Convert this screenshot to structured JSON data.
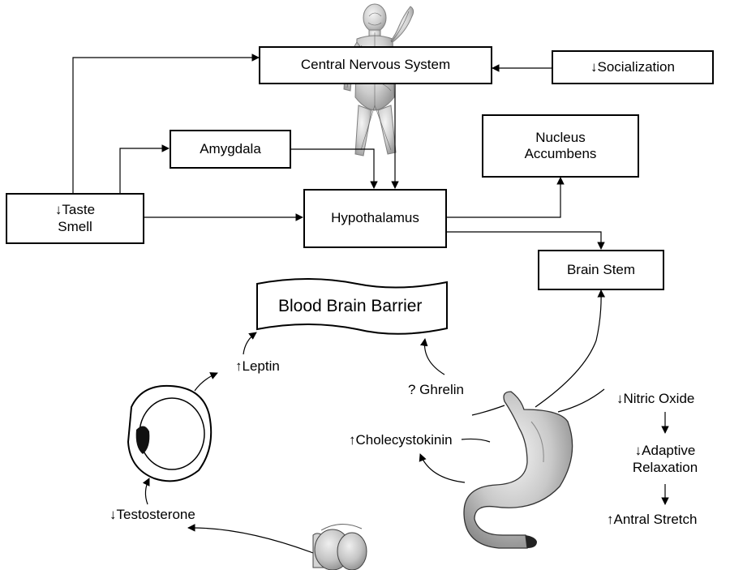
{
  "diagram": {
    "nodes": {
      "cns": "Central Nervous System",
      "socialization": "↓Socialization",
      "amygdala": "Amygdala",
      "nucleus_accumbens": [
        "Nucleus",
        "Accumbens"
      ],
      "taste_smell": [
        "↓Taste",
        "Smell"
      ],
      "hypothalamus": "Hypothalamus",
      "brain_stem": "Brain Stem",
      "blood_brain_barrier": "Blood Brain Barrier"
    },
    "labels": {
      "leptin": "↑Leptin",
      "ghrelin": "? Ghrelin",
      "cholecystokinin": "↑Cholecystokinin",
      "testosterone": "↓Testosterone",
      "nitric_oxide": "↓Nitric Oxide",
      "adaptive_relaxation": [
        "↓Adaptive",
        "Relaxation"
      ],
      "antral_stretch": "↑Antral Stretch"
    },
    "illustrations": [
      "human-nervous-system",
      "fat-cell",
      "stomach",
      "testes"
    ]
  }
}
